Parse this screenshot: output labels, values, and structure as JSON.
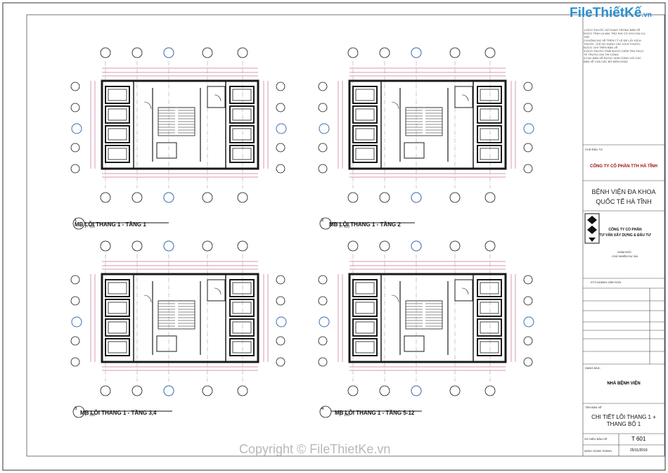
{
  "logo": {
    "brand": "FileThiếtKế",
    "suffix": ".vn"
  },
  "watermark": "Copyright © FileThietKe.vn",
  "plans": [
    {
      "number": "1",
      "title": "MB LÕI THANG 1 - TẦNG 1",
      "scale": "1 : 100"
    },
    {
      "number": "2",
      "title": "MB LÕI THANG 1 - TẦNG 2",
      "scale": "1 : 100"
    },
    {
      "number": "3",
      "title": "MB LÕI THANG 1 - TẦNG 3,4",
      "scale": "1 : 100"
    },
    {
      "number": "4",
      "title": "MB LÕI THANG 1 - TẦNG 5-12",
      "scale": "1 : 100"
    }
  ],
  "titleblock": {
    "notes": [
      "1.KÍCH THƯỚC SỬ DỤNG TRONG BẢN VẼ ĐƯỢC TÍNH LÀ MM, TRỪ KHI CÓ GHI CHÚ CỤ THỂ.",
      "2.KHÔNG ĐO VẼ TRÊN TỶ LỆ ĐỂ LẤY KÍCH THƯỚC, CHỈ SỬ DỤNG CÁC KÍCH THƯỚC ĐƯỢC GHI TRÊN BẢN VẼ.",
      "3.KÍCH THƯỚC PHẢI ĐƯỢC KIỂM TRA THỰC TẾ TRƯỚC KHI THI CÔNG.",
      "4.CÁC BẢN VẼ ĐƯỢC XEM CÙNG VỚI CÁC BẢN VẼ CỦA CÁC BỘ MÔN KHÁC."
    ],
    "owner_label": "CHỦ ĐẦU TƯ",
    "client": "CÔNG TY CỔ PHẦN TTH HÀ TĨNH",
    "project_line1": "BỆNH VIỆN ĐA KHOA",
    "project_line2": "QUỐC TẾ HÀ TĨNH",
    "company_line1": "CÔNG TY CỔ PHẦN",
    "company_line2": "TƯ VẤN XÂY DỰNG & ĐẦU TƯ",
    "director_label": "GIÁM ĐỐC",
    "pm_label": "CHỦ NHIỆM DỰ ÁN",
    "designer": "KTS.HOÀNG VĂN SƠN",
    "item_label": "HẠNG MỤC",
    "item": "NHÀ BỆNH VIỆN",
    "drawing_label": "TÊN BẢN VẼ",
    "sheet_title_1": "CHI TIẾT LÕI THANG 1 +",
    "sheet_title_2": "THANG BỘ 1",
    "sheet_no_label": "SỐ HIỆU BẢN VẼ",
    "sheet_no": "T 601",
    "date_label": "NGÀY HOÀN THÀNH",
    "date": "25/11/2019"
  },
  "colors": {
    "wall": "#1a1a1a",
    "dimension": "#b0306a",
    "grid_bubble": "#3a6fb0",
    "accent": "#2a8fd0"
  }
}
